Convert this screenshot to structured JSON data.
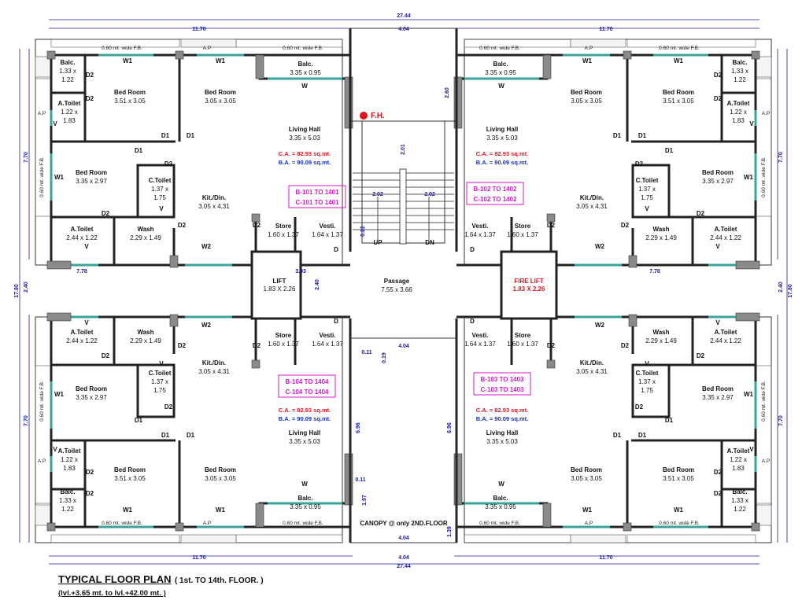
{
  "title": {
    "main": "TYPICAL FLOOR PLAN",
    "floors": "( 1st. TO 14th. FLOOR. )",
    "levels": "(lvl.+3.65 mt. to lvl.+42.00 mt. )"
  },
  "dimensions": {
    "overall": "27.44",
    "wing": "11.70",
    "core": "4.04",
    "depth": "17.80",
    "wing_depth": "7.70",
    "mid": "2.40",
    "bay": "7.78",
    "lift_w": "3.93",
    "small_a": "2.60",
    "small_b": "2.01",
    "stair_a": "2.02",
    "stair_b": "2.02",
    "landing": "0.22",
    "lift_h": "2.40",
    "shaft": "0.11",
    "shaft2": "0.19",
    "side": "6.96",
    "canopy_w": "1.39",
    "canopy_h": "1.97"
  },
  "labels": {
    "fb": "0.60 mt. wide F.B.",
    "ap": "A.P",
    "ap2": "A.P",
    "fire_hydrant": "F.H.",
    "up": "UP",
    "dn": "DN",
    "canopy": "CANOPY @ only 2ND.FLOOR",
    "passage": "Passage",
    "passage_dim": "7.55 x 3.66",
    "lift": "LIFT",
    "lift_dim": "1.83 X 2.26",
    "fire_lift": "FIRE LIFT",
    "fire_lift_dim": "1.83 X 2.26"
  },
  "rooms": {
    "balc_small": "Balc.",
    "balc_small_dim1": "1.33 x",
    "balc_small_dim2": "1.22",
    "a_toilet": "A.Toilet",
    "a_toilet_dim1": "1.22 x",
    "a_toilet_dim2": "1.83",
    "bed1": "Bed Room",
    "bed1_dim": "3.51 x 3.05",
    "bed2": "Bed Room",
    "bed2_dim": "3.05 x 3.05",
    "balc_big": "Balc.",
    "balc_big_dim": "3.35 x 0.95",
    "living": "Living Hall",
    "living_dim": "3.35 x 5.03",
    "bed3": "Bed Room",
    "bed3_dim": "3.35 x 2.97",
    "c_toilet": "C.Toilet",
    "c_toilet_dim1": "1.37 x",
    "c_toilet_dim2": "1.75",
    "kit": "Kit./Din.",
    "kit_dim": "3.05 x 4.31",
    "a_toilet2": "A.Toilet",
    "a_toilet2_dim": "2.44 x 1.22",
    "wash": "Wash",
    "wash_dim": "2.29 x 1.49",
    "store": "Store",
    "store_dim": "1.60 x 1.37",
    "vesti": "Vesti.",
    "vesti_dim": "1.64 x 1.37"
  },
  "openings": {
    "w1": "W1",
    "w2": "W2",
    "w": "W",
    "v": "V",
    "d": "D",
    "d1": "D1",
    "d2": "D2"
  },
  "units": [
    {
      "flats1": "B-101 TO 1401",
      "flats2": "C-101 TO 1401",
      "ca": "C.A. = 82.93 sq.mt.",
      "ba": "B.A. = 90.09 sq.mt."
    },
    {
      "flats1": "B-102 TO 1402",
      "flats2": "C-102 TO 1402",
      "ca": "C.A. = 82.93 sq.mt.",
      "ba": "B.A. = 90.09 sq.mt."
    },
    {
      "flats1": "B-104 TO 1404",
      "flats2": "C-104 TO 1404",
      "ca": "C.A. = 82.93 sq.mt.",
      "ba": "B.A. = 90.09 sq.mt."
    },
    {
      "flats1": "B-103 TO 1403",
      "flats2": "C-103 TO 1403",
      "ca": "C.A. = 82.93 sq.mt.",
      "ba": "B.A. = 90.09 sq.mt."
    }
  ],
  "colors": {
    "window": "#3aa39a",
    "carpet_area": "#e0141e",
    "built_area": "#1230c8",
    "flat_label": "#d41ac8",
    "fire": "#e0141e"
  }
}
